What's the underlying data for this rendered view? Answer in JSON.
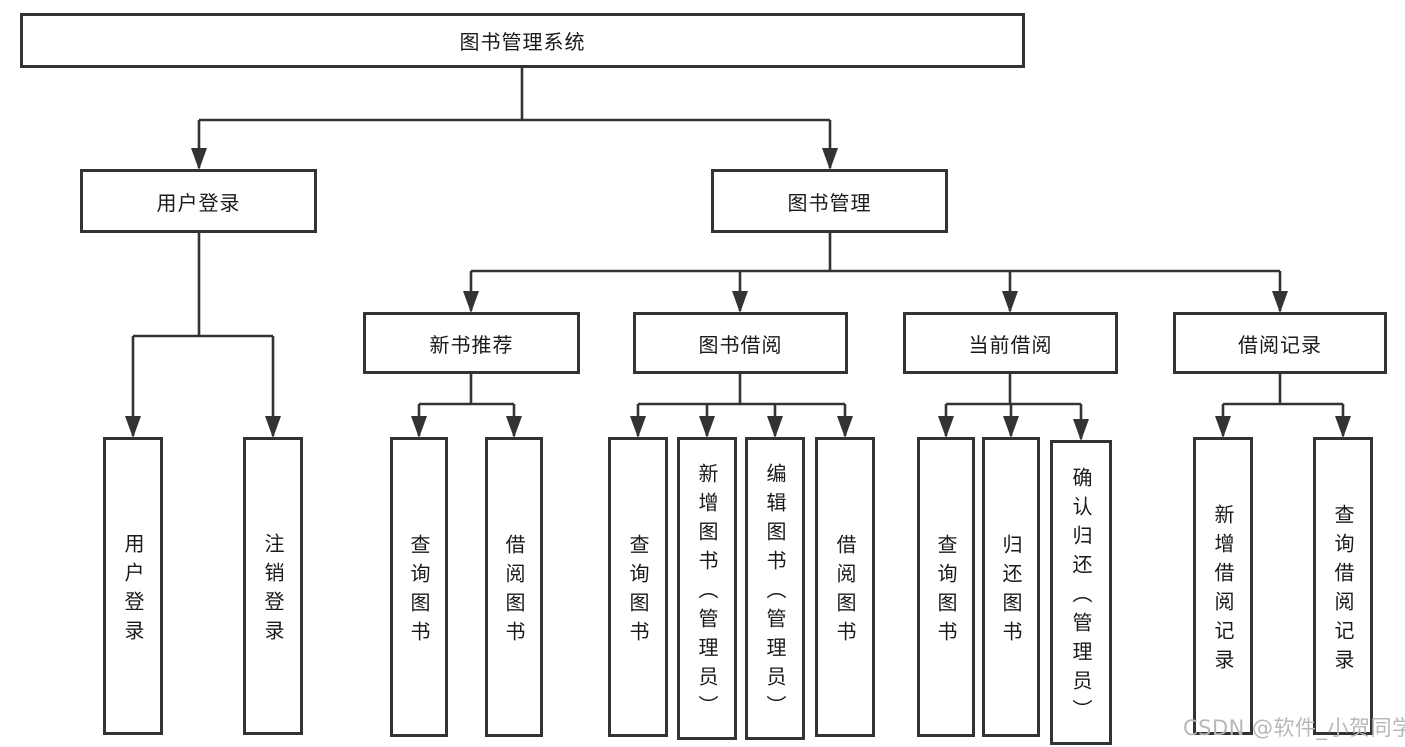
{
  "diagram": {
    "title_note": "library management system feature tree",
    "root": {
      "label": "图书管理系统"
    },
    "branches": [
      {
        "label": "用户登录",
        "children": [
          {
            "label": "用户登录"
          },
          {
            "label": "注销登录"
          }
        ]
      },
      {
        "label": "图书管理",
        "groups": [
          {
            "label": "新书推荐",
            "children": [
              {
                "label": "查询图书"
              },
              {
                "label": "借阅图书"
              }
            ]
          },
          {
            "label": "图书借阅",
            "children": [
              {
                "label": "查询图书"
              },
              {
                "label": "新增图书（管理员）"
              },
              {
                "label": "编辑图书（管理员）"
              },
              {
                "label": "借阅图书"
              }
            ]
          },
          {
            "label": "当前借阅",
            "children": [
              {
                "label": "查询图书"
              },
              {
                "label": "归还图书"
              },
              {
                "label": "确认归还（管理员）"
              }
            ]
          },
          {
            "label": "借阅记录",
            "children": [
              {
                "label": "新增借阅记录"
              },
              {
                "label": "查询借阅记录"
              }
            ]
          }
        ]
      }
    ]
  },
  "watermark": {
    "text": "CSDN @软件_小贺同学"
  },
  "colors": {
    "line": "#333333",
    "text": "#1a1a1a",
    "watermark": "#b8b8b8",
    "background": "#ffffff"
  }
}
